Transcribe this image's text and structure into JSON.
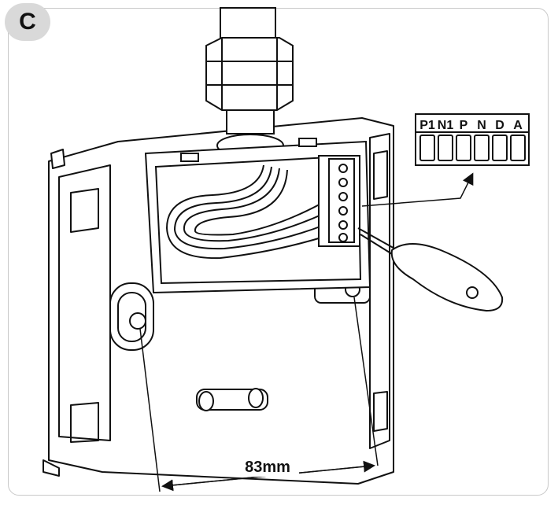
{
  "figure": {
    "panel_label": "C",
    "terminal_labels": [
      "P1",
      "N1",
      "P",
      "N",
      "D",
      "A"
    ],
    "dimension_label": "83mm"
  },
  "colors": {
    "line": "#111111",
    "badge": "#d9d9d9",
    "frame": "#c8c8c8"
  }
}
